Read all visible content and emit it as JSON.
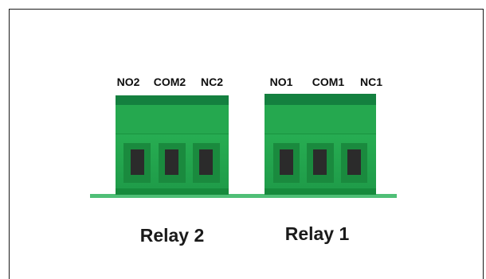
{
  "relays": [
    {
      "name": "Relay 2",
      "pins": [
        "NO2",
        "COM2",
        "NC2"
      ]
    },
    {
      "name": "Relay 1",
      "pins": [
        "NO1",
        "COM1",
        "NC1"
      ]
    }
  ],
  "colors": {
    "block_top": "#14803f",
    "block_body": "#22a64d",
    "block_bottom": "#168a3c",
    "recess": "#1a8a3e",
    "screw_slot": "#2b2b2b",
    "pcb": "#4fbf76",
    "frame": "#1a1a1a"
  }
}
